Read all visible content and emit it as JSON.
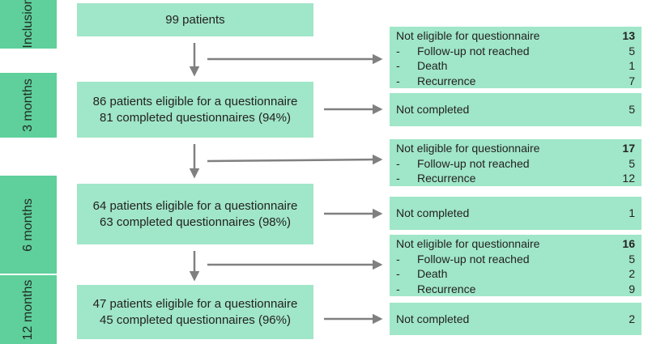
{
  "colors": {
    "phase": "#5fcf9b",
    "box": "#a0e6c8",
    "arrow": "#808080"
  },
  "phases": [
    {
      "label": "Inclusion"
    },
    {
      "label": "3 months"
    },
    {
      "label": "6 months"
    },
    {
      "label": "12 months"
    }
  ],
  "main_boxes": [
    {
      "line1": "99 patients",
      "line2": ""
    },
    {
      "line1": "86 patients eligible for a questionnaire",
      "line2": "81 completed questionnaires (94%)"
    },
    {
      "line1": "64 patients eligible for a questionnaire",
      "line2": "63 completed questionnaires (98%)"
    },
    {
      "line1": "47 patients eligible for a questionnaire",
      "line2": "45 completed questionnaires (96%)"
    }
  ],
  "not_eligible": [
    {
      "title": "Not eligible for questionnaire",
      "total": "13",
      "items": [
        {
          "dash": "-",
          "label": "Follow-up not reached",
          "value": "5"
        },
        {
          "dash": "-",
          "label": "Death",
          "value": "1"
        },
        {
          "dash": "-",
          "label": "Recurrence",
          "value": "7"
        }
      ]
    },
    {
      "title": "Not eligible for questionnaire",
      "total": "17",
      "items": [
        {
          "dash": "-",
          "label": "Follow-up not reached",
          "value": "5"
        },
        {
          "dash": "-",
          "label": "Recurrence",
          "value": "12"
        }
      ]
    },
    {
      "title": "Not eligible for questionnaire",
      "total": "16",
      "items": [
        {
          "dash": "-",
          "label": "Follow-up not reached",
          "value": "5"
        },
        {
          "dash": "-",
          "label": "Death",
          "value": "2"
        },
        {
          "dash": "-",
          "label": "Recurrence",
          "value": "9"
        }
      ]
    }
  ],
  "not_completed": [
    {
      "label": "Not completed",
      "value": "5"
    },
    {
      "label": "Not completed",
      "value": "1"
    },
    {
      "label": "Not completed",
      "value": "2"
    }
  ]
}
